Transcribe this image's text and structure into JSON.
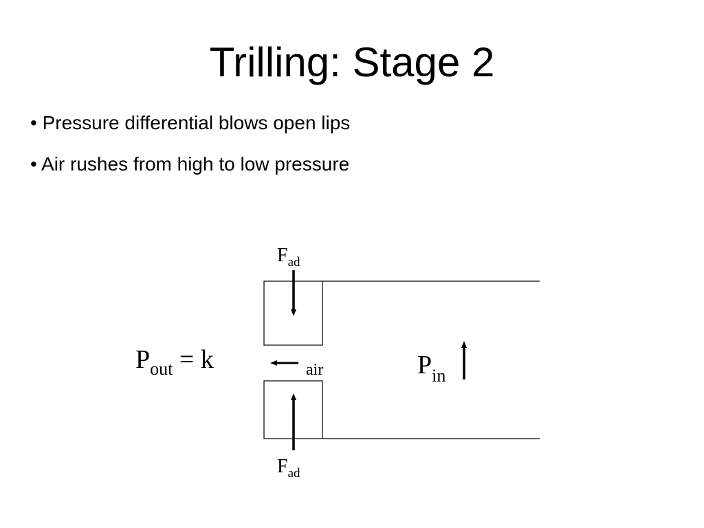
{
  "title": "Trilling: Stage 2",
  "bullets": [
    "• Pressure differential blows open lips",
    "• Air rushes from high to low pressure"
  ],
  "diagram": {
    "force_top": {
      "main": "F",
      "sub": "ad"
    },
    "force_bottom": {
      "main": "F",
      "sub": "ad"
    },
    "p_out": {
      "main": "P",
      "sub": "out",
      "suffix": " = k"
    },
    "air_label": "air",
    "p_in": {
      "main": "P",
      "sub": "in"
    }
  },
  "colors": {
    "text": "#000000",
    "background": "#ffffff",
    "line": "#000000"
  }
}
